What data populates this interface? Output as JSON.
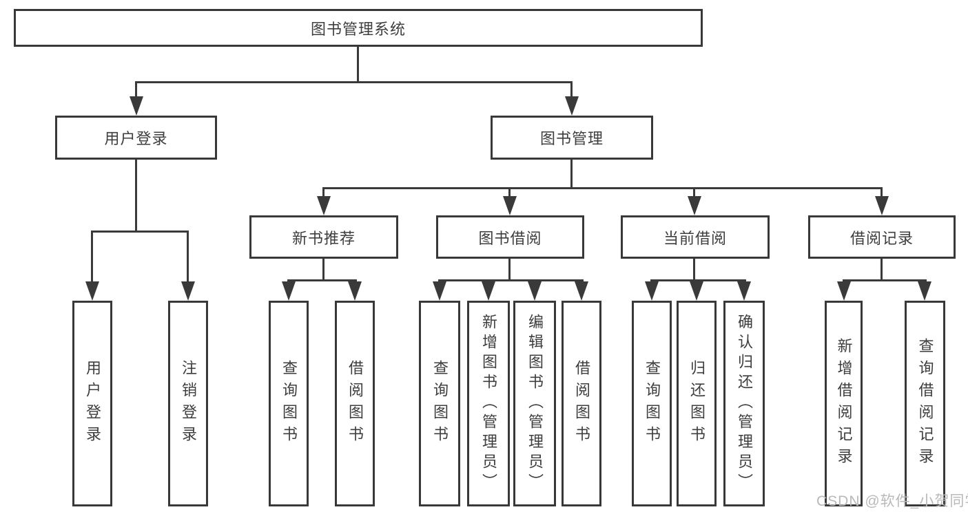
{
  "tree": {
    "root": {
      "label": "图书管理系统"
    },
    "branches": [
      {
        "label": "用户登录",
        "children": [
          {
            "label": "用户登录"
          },
          {
            "label": "注销登录"
          }
        ]
      },
      {
        "label": "图书管理",
        "children": [
          {
            "label": "新书推荐",
            "children": [
              {
                "label": "查询图书"
              },
              {
                "label": "借阅图书"
              }
            ]
          },
          {
            "label": "图书借阅",
            "children": [
              {
                "label": "查询图书"
              },
              {
                "label": "新增图书（管理员）"
              },
              {
                "label": "编辑图书（管理员）"
              },
              {
                "label": "借阅图书"
              }
            ]
          },
          {
            "label": "当前借阅",
            "children": [
              {
                "label": "查询图书"
              },
              {
                "label": "归还图书"
              },
              {
                "label": "确认归还（管理员）"
              }
            ]
          },
          {
            "label": "借阅记录",
            "children": [
              {
                "label": "新增借阅记录"
              },
              {
                "label": "查询借阅记录"
              }
            ]
          }
        ]
      }
    ]
  },
  "watermark": {
    "text": "CSDN @软件_小贺同学"
  },
  "colors": {
    "line": "#3a3a3a",
    "text": "#3d3d3d",
    "watermark": "#b9b9b9",
    "background": "#ffffff"
  }
}
